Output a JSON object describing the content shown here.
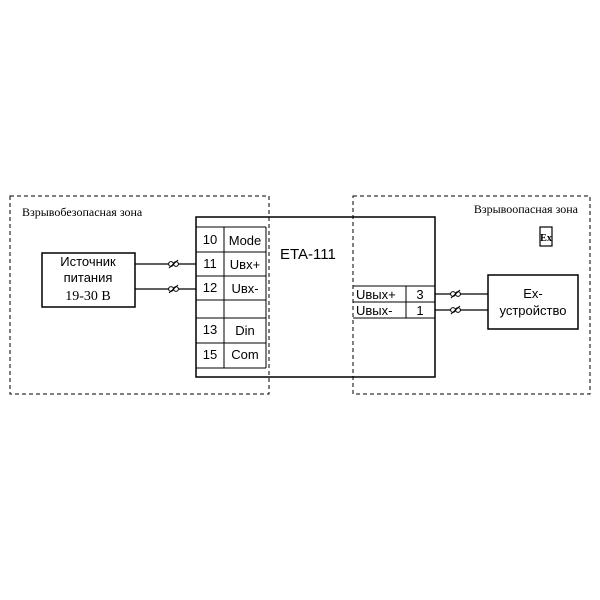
{
  "zones": {
    "safe_label": "Взрывобезопасная зона",
    "hazardous_label": "Взрывоопасная зона",
    "ex_mark": "Ex"
  },
  "power_source": {
    "line1": "Источник",
    "line2": "питания",
    "line3": "19-30 В"
  },
  "device": {
    "name": "ETA-111",
    "input_terminals": [
      {
        "number": "10",
        "label": "Mode"
      },
      {
        "number": "11",
        "label": "Uвх+"
      },
      {
        "number": "12",
        "label": "Uвх-"
      },
      {
        "number": "13",
        "label": "Din"
      },
      {
        "number": "15",
        "label": "Com"
      }
    ],
    "output_terminals": [
      {
        "number": "3",
        "label": "Uвых+"
      },
      {
        "number": "1",
        "label": "Uвых-"
      }
    ]
  },
  "ex_device": {
    "line1": "Ex-",
    "line2": "устройство"
  }
}
